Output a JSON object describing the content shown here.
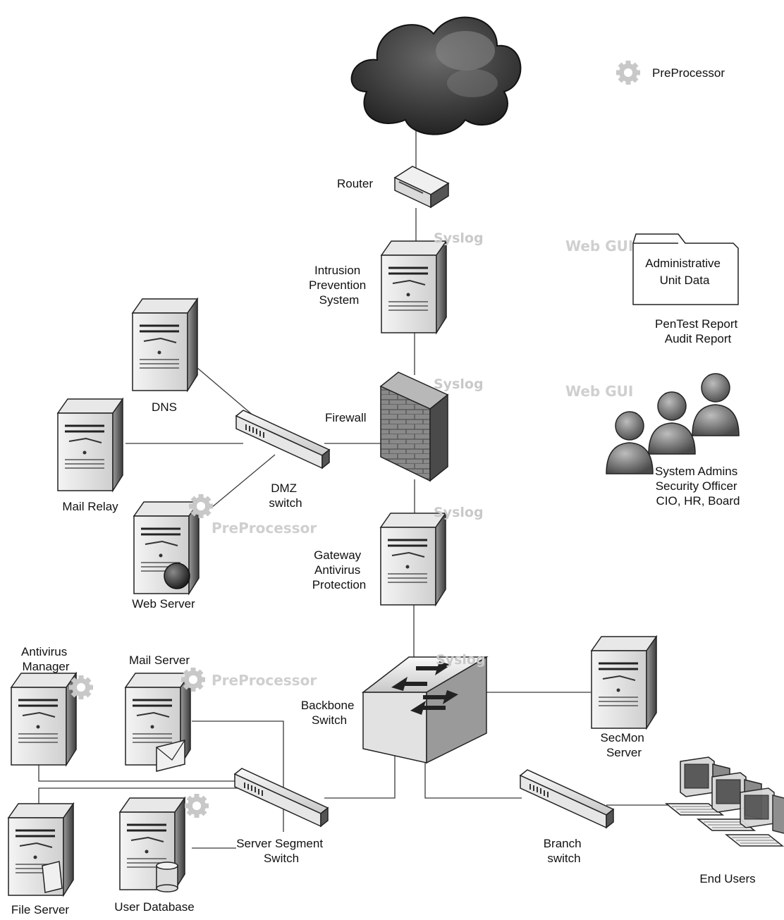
{
  "legend": {
    "label": "PreProcessor",
    "icon": "gear-icon"
  },
  "watermarks": {
    "syslog": "Syslog",
    "web_gui": "Web GUI",
    "preprocessor": "PreProcessor"
  },
  "nodes": {
    "router": {
      "label": "Router"
    },
    "ips": {
      "lines": [
        "Intrusion",
        "Prevention",
        "System"
      ]
    },
    "firewall": {
      "label": "Firewall"
    },
    "dns": {
      "label": "DNS"
    },
    "mail_relay": {
      "label": "Mail Relay"
    },
    "dmz_switch": {
      "lines": [
        "DMZ",
        "switch"
      ]
    },
    "web_server": {
      "label": "Web Server"
    },
    "gateway_av": {
      "lines": [
        "Gateway",
        "Antivirus",
        "Protection"
      ]
    },
    "backbone_switch": {
      "lines": [
        "Backbone",
        "Switch"
      ]
    },
    "secmon_server": {
      "lines": [
        "SecMon",
        "Server"
      ]
    },
    "antivirus_manager": {
      "lines": [
        "Antivirus",
        "Manager"
      ]
    },
    "mail_server": {
      "label": "Mail Server"
    },
    "server_segment_switch": {
      "lines": [
        "Server Segment",
        "Switch"
      ]
    },
    "file_server": {
      "label": "File Server"
    },
    "user_database": {
      "label": "User Database"
    },
    "branch_switch": {
      "lines": [
        "Branch",
        "switch"
      ]
    },
    "end_users": {
      "label": "End Users"
    }
  },
  "admin_data": {
    "lines": [
      "Administrative",
      "Unit Data"
    ]
  },
  "reports": {
    "lines": [
      "PenTest Report",
      "Audit Report"
    ]
  },
  "people": {
    "lines": [
      "System Admins",
      "Security Officer",
      "CIO, HR, Board"
    ]
  }
}
